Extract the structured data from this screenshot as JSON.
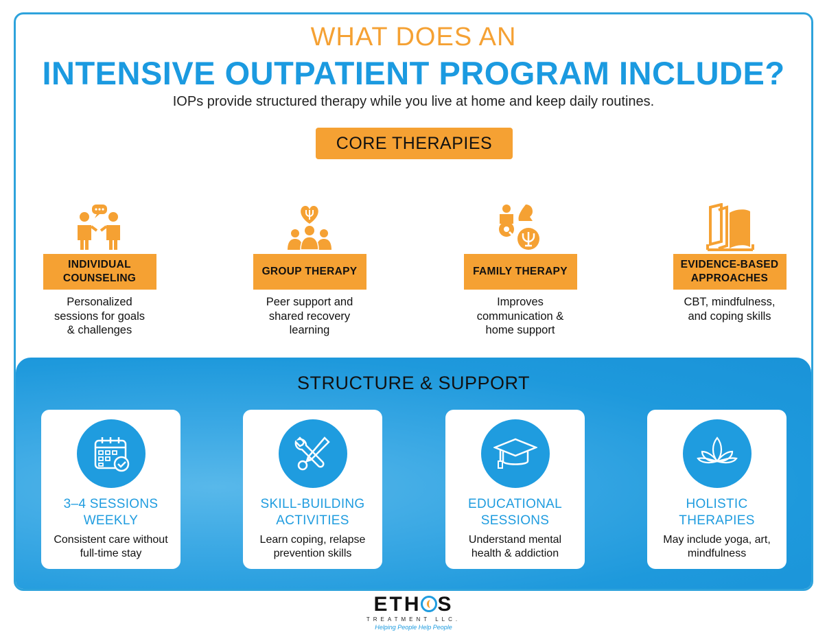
{
  "header": {
    "title_line1": "WHAT DOES AN",
    "title_line2": "INTENSIVE OUTPATIENT PROGRAM INCLUDE?",
    "subtitle": "IOPs provide structured therapy while you live at home and keep daily routines."
  },
  "core": {
    "badge": "CORE THERAPIES",
    "items": [
      {
        "label_line1": "INDIVIDUAL",
        "label_line2": "COUNSELING",
        "desc_line1": "Personalized",
        "desc_line2": "sessions for goals",
        "desc_line3": "& challenges",
        "icon": "counseling-icon"
      },
      {
        "label_line1": "GROUP THERAPY",
        "label_line2": "",
        "desc_line1": "Peer support and",
        "desc_line2": "shared recovery",
        "desc_line3": "learning",
        "icon": "group-therapy-icon"
      },
      {
        "label_line1": "FAMILY THERAPY",
        "label_line2": "",
        "desc_line1": "Improves",
        "desc_line2": "communication &",
        "desc_line3": "home support",
        "icon": "family-therapy-icon"
      },
      {
        "label_line1": "EVIDENCE-BASED",
        "label_line2": "APPROACHES",
        "desc_line1": "CBT, mindfulness,",
        "desc_line2": "and coping skills",
        "desc_line3": "",
        "icon": "book-icon"
      }
    ]
  },
  "support": {
    "title": "STRUCTURE & SUPPORT",
    "cards": [
      {
        "title_line1": "3–4 SESSIONS",
        "title_line2": "WEEKLY",
        "desc_line1": "Consistent care without",
        "desc_line2": "full-time stay",
        "icon": "calendar-icon"
      },
      {
        "title_line1": "SKILL-BUILDING",
        "title_line2": "ACTIVITIES",
        "desc_line1": "Learn coping, relapse",
        "desc_line2": "prevention skills",
        "icon": "tools-icon"
      },
      {
        "title_line1": "EDUCATIONAL",
        "title_line2": "SESSIONS",
        "desc_line1": "Understand mental",
        "desc_line2": "health & addiction",
        "icon": "graduation-cap-icon"
      },
      {
        "title_line1": "HOLISTIC",
        "title_line2": "THERAPIES",
        "desc_line1": "May include yoga, art,",
        "desc_line2": "mindfulness",
        "icon": "lotus-icon"
      }
    ]
  },
  "footer": {
    "logo_pre": "ETH",
    "logo_post": "S",
    "logo_sub": "TREATMENT LLC.",
    "tagline": "Helping People Help People"
  },
  "colors": {
    "orange": "#f5a133",
    "blue": "#1f9cdf",
    "text": "#111111"
  }
}
